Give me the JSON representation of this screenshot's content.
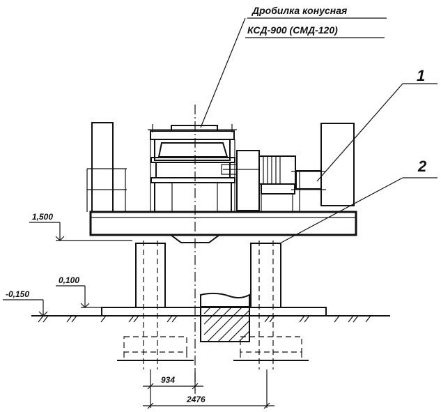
{
  "title": {
    "line1": "Дробилка конусная",
    "line2": "КСД-900 (СМД-120)"
  },
  "callouts": {
    "one": "1",
    "two": "2"
  },
  "levels": {
    "top": "1,500",
    "mid": "0,100",
    "low": "-0,150"
  },
  "dimensions": {
    "inner": "934",
    "outer": "2476"
  },
  "colors": {
    "ink": "#111111",
    "paper": "#ffffff"
  }
}
